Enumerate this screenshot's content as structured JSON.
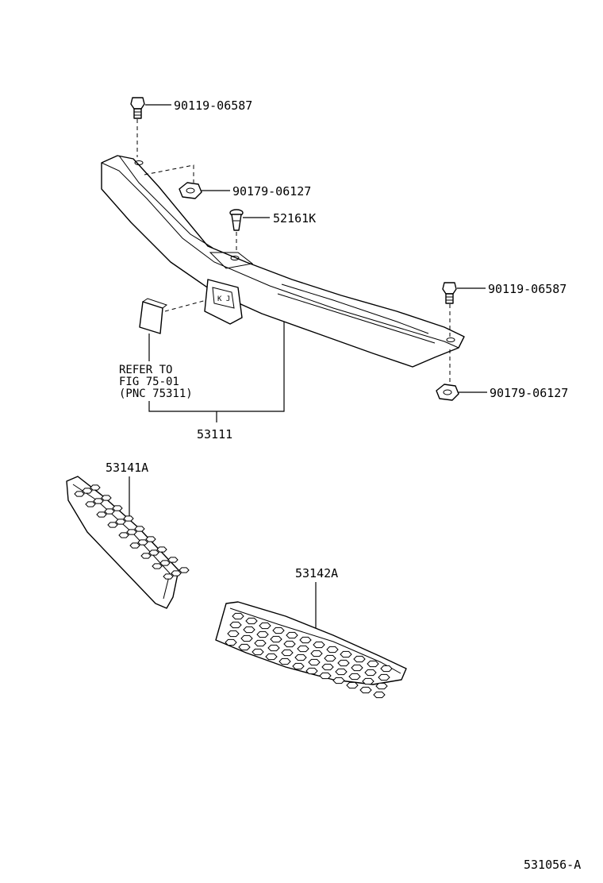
{
  "diagram": {
    "part_labels": {
      "bolt_top": "90119-06587",
      "nut_top": "90179-06127",
      "clip": "52161K",
      "bolt_right": "90119-06587",
      "nut_right": "90179-06127",
      "retainer": "53111",
      "grille_left": "53141A",
      "grille_right": "53142A"
    },
    "reference_note": {
      "line1": "REFER TO",
      "line2": "FIG 75-01",
      "line3": "(PNC 75311)"
    },
    "figure_code": "531056-A"
  }
}
